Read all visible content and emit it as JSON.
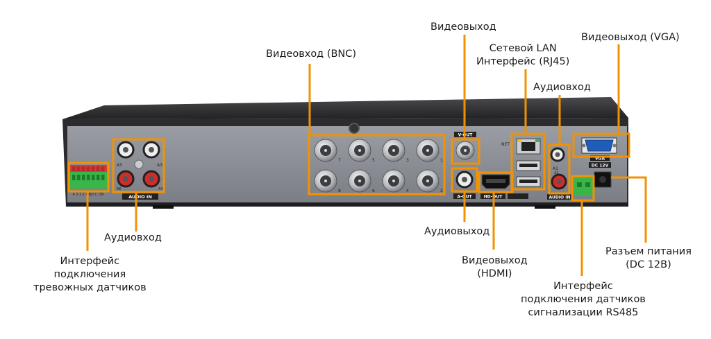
{
  "colors": {
    "callout": "#f39200",
    "chassis": "#2e2e30",
    "panel": "#8c9096",
    "panel_light": "#a7abb1",
    "terminal_green": "#39b54a"
  },
  "labels": {
    "video_in_bnc": "Видеовход (BNC)",
    "video_out": "Видеовыход",
    "lan_line1": "Сетевой LAN",
    "lan_line2": "Интерфейс (RJ45)",
    "video_out_vga": "Видеовыход (VGA)",
    "audio_in_right": "Аудиовход",
    "audio_in_left": "Аудиовход",
    "alarm_line1": "Интерфейс",
    "alarm_line2": "подключения",
    "alarm_line3": "тревожных датчиков",
    "audio_out": "Аудиовыход",
    "hdmi_line1": "Видеовыход",
    "hdmi_line2": "(HDMI)",
    "power_line1": "Разъем питания",
    "power_line2": "(DC 12В)",
    "rs485_line1": "Интерфейс",
    "rs485_line2": "подключения датчиков",
    "rs485_line3": "сигнализации RS485"
  },
  "panel_text": {
    "net": "NET",
    "vout": "V-OUT",
    "aout": "A-OUT",
    "hdout": "HD-OUT",
    "audio_in": "AUDIO IN",
    "audio_in_right": "AUDIO IN",
    "vga": "VGA",
    "dc12v": "DC 12V",
    "a5": "A5",
    "a3": "A3",
    "a4": "A4",
    "a6": "A6",
    "a1": "A1",
    "a2": "A2",
    "bnc_nums": [
      "7",
      "5",
      "3",
      "1",
      "8",
      "6",
      "4",
      "2"
    ],
    "terminal_text": "4 3 2 1 GND C ON"
  }
}
